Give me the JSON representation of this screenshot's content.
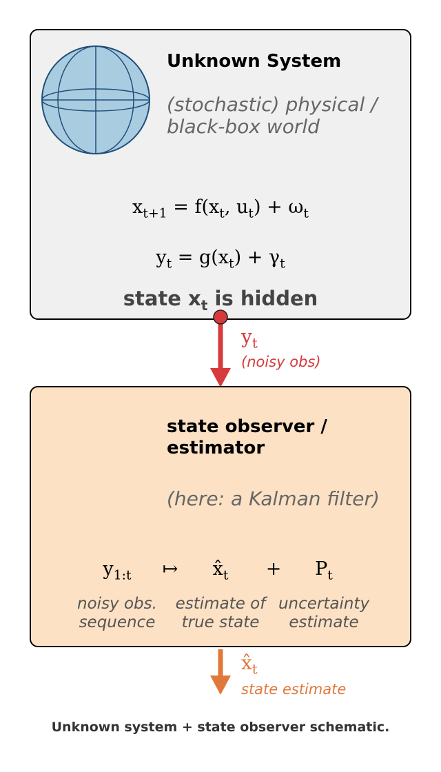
{
  "system": {
    "title": "Unknown System",
    "subtitle_line1": "(stochastic) physical /",
    "subtitle_line2": "black-box world",
    "eq1": "x_{t+1} = f(x_t, u_t) + ω_t",
    "eq2": "y_t = g(x_t) + γ_t",
    "hidden_text": "state x_t is hidden"
  },
  "link_top": {
    "symbol": "y_t",
    "note": "(noisy obs)",
    "color": "#d63a3a"
  },
  "observer": {
    "title_line1": "state observer /",
    "title_line2": "estimator",
    "subtitle": "(here: a Kalman filter)",
    "terms": [
      "y_{1:t}",
      "↦",
      "x̂_t",
      "+",
      "P_t"
    ],
    "desc_left": [
      "noisy obs.",
      "sequence"
    ],
    "desc_mid": [
      "estimate of",
      "true state"
    ],
    "desc_right": [
      "uncertainty",
      "estimate"
    ]
  },
  "link_bottom": {
    "symbol": "x̂_t",
    "note": "state estimate",
    "color": "#e0783a"
  },
  "caption": "Unknown system + state observer schematic.",
  "colors": {
    "system_bg": "#f0f0f0",
    "observer_bg": "#fce1c4",
    "globe_fill": "#a9cce0",
    "globe_stroke": "#1f4e79",
    "eye_iris": "#6aaad6"
  }
}
